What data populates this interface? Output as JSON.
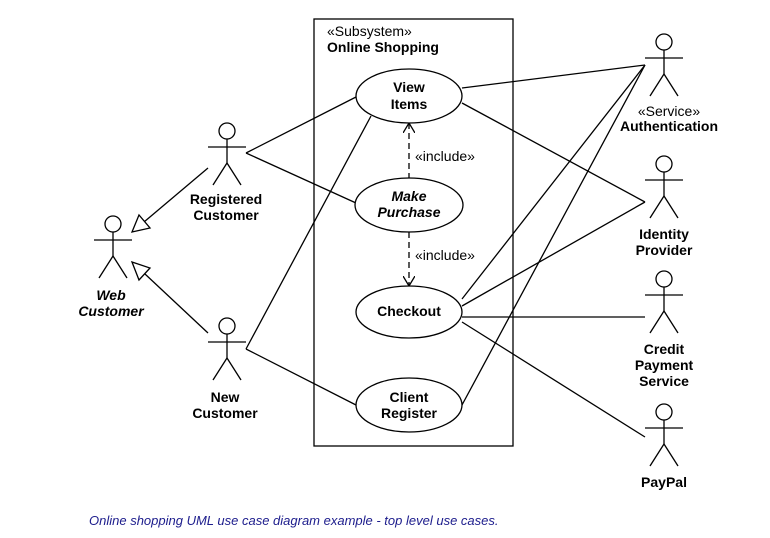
{
  "subsystem": {
    "stereotype": "«Subsystem»",
    "name": "Online Shopping"
  },
  "use_cases": {
    "view_items": [
      "View",
      "Items"
    ],
    "make_purchase": [
      "Make",
      "Purchase"
    ],
    "checkout": "Checkout",
    "client_register": [
      "Client",
      "Register"
    ]
  },
  "relations": {
    "include_top": "«include»",
    "include_bottom": "«include»"
  },
  "actors": {
    "registered_customer": [
      "Registered",
      "Customer"
    ],
    "web_customer": [
      "Web",
      "Customer"
    ],
    "new_customer": [
      "New",
      "Customer"
    ],
    "authentication": {
      "stereotype": "«Service»",
      "name": "Authentication"
    },
    "identity_provider": [
      "Identity",
      "Provider"
    ],
    "credit_payment_service": [
      "Credit",
      "Payment",
      "Service"
    ],
    "paypal": "PayPal"
  },
  "caption": "Online shopping UML use case diagram example - top level use cases."
}
